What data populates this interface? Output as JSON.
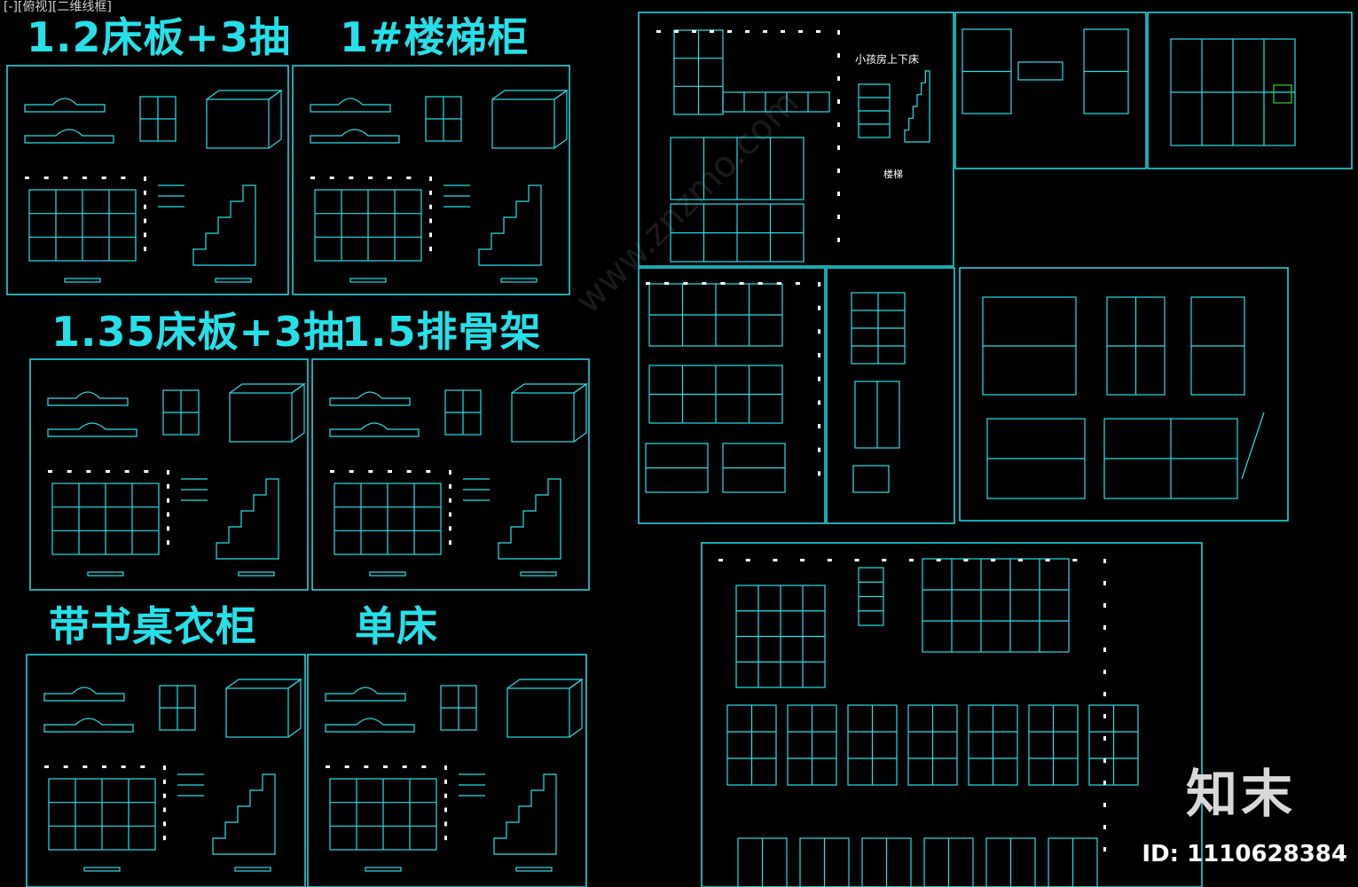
{
  "viewport": {
    "label": "[-][俯视][二维线框]"
  },
  "sections": {
    "s1": {
      "title": "1.2床板+3抽"
    },
    "s2": {
      "title": "1#楼梯柜"
    },
    "s3": {
      "title": "1.35床板+3抽"
    },
    "s4": {
      "title": "1.5排骨架"
    },
    "s5": {
      "title": "带书桌衣柜"
    },
    "s6": {
      "title": "单床"
    }
  },
  "notes": {
    "stairs_caption": "小孩房上下床",
    "stairs_label": "楼梯"
  },
  "branding": {
    "logo_text": "知末",
    "id_text": "ID: 1110628384",
    "watermark_text": "www.znzmo.com"
  },
  "colors": {
    "background": "#000000",
    "line": "#25e0e8",
    "dim": "#ffffff",
    "accent_green": "#2bd62b"
  }
}
